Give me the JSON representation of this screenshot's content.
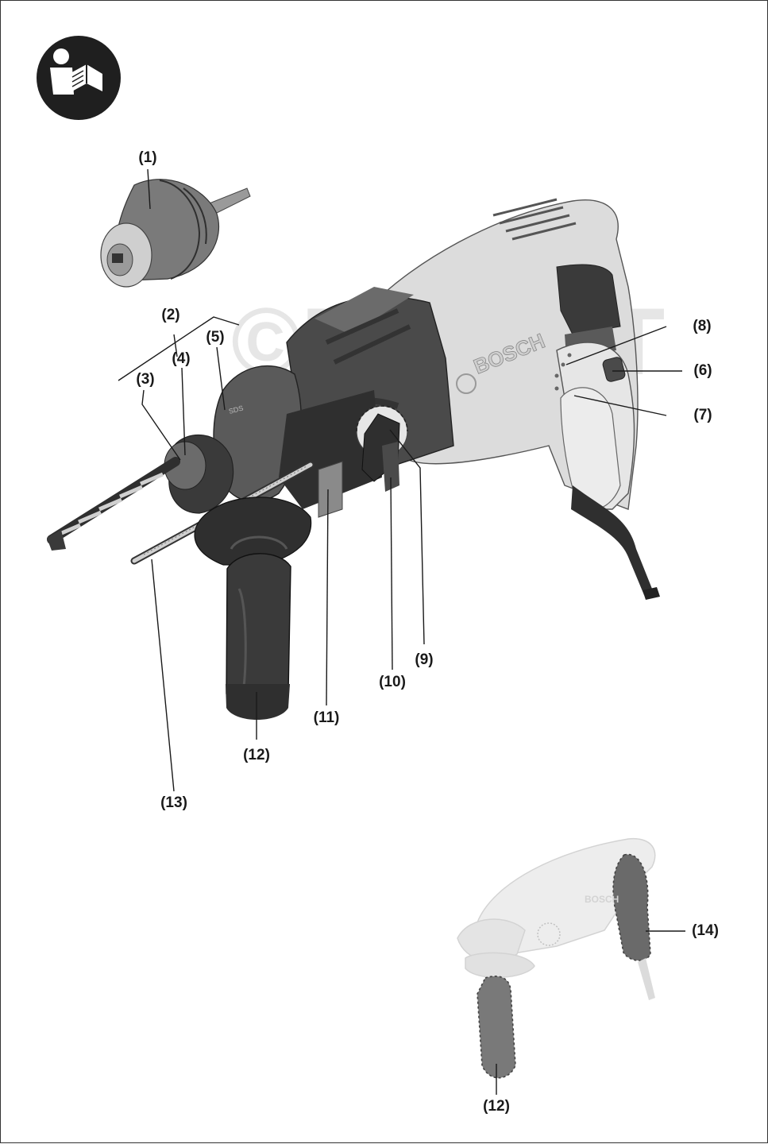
{
  "brand_text": "BOSCH",
  "watermark_text": "©MITORT",
  "icons": {
    "manual": "read-manual-icon"
  },
  "colors": {
    "dark": "#2f2f2f",
    "mid": "#6b6b6b",
    "light": "#d7d7d7",
    "lighter": "#e6e6e6",
    "text": "#1a1a1a"
  },
  "labels": {
    "l1": "(1)",
    "l2": "(2)",
    "l3": "(3)",
    "l4": "(4)",
    "l5": "(5)",
    "l6": "(6)",
    "l7": "(7)",
    "l8": "(8)",
    "l9": "(9)",
    "l10": "(10)",
    "l11": "(11)",
    "l12": "(12)",
    "l13": "(13)",
    "l12b": "(12)",
    "l14": "(14)"
  }
}
